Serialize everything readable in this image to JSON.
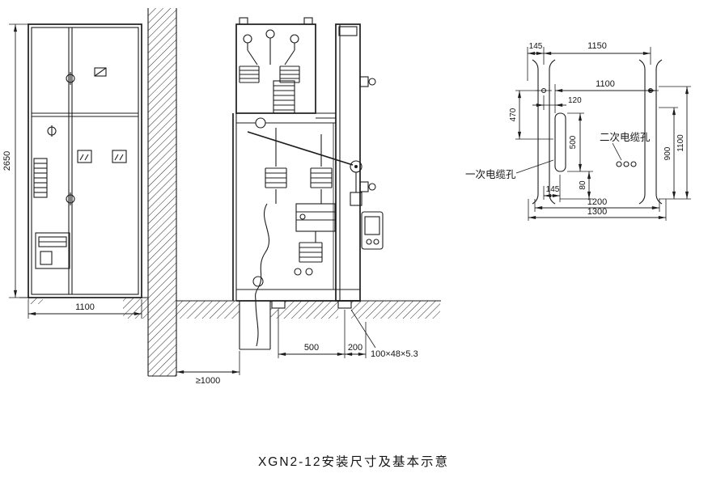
{
  "caption": "XGN2-12安装尺寸及基本示意",
  "front_view": {
    "height": "2650",
    "width": "1100"
  },
  "section_view": {
    "channel_spacing": "500",
    "rear_offset": "200",
    "aisle_min": "≥1000",
    "channel_spec": "100×48×5.3"
  },
  "plan_view": {
    "offset_145_top": "145",
    "rail_spacing": "1150",
    "width_1100": "1100",
    "slot_offset": "120",
    "depth_470": "470",
    "slot_length": "500",
    "depth_900": "900",
    "depth_1100": "1100",
    "offset_80": "80",
    "offset_145_bottom": "145",
    "width_1200": "1200",
    "width_1300": "1300",
    "primary_cable_hole_label": "一次电缆孔",
    "secondary_cable_hole_label": "二次电缆孔"
  }
}
